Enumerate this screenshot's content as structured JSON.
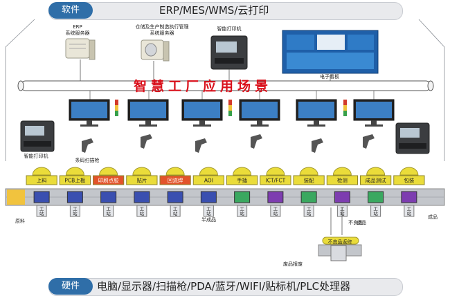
{
  "header": {
    "tag": "软件",
    "text": "ERP/MES/WMS/云打印"
  },
  "footer": {
    "tag": "硬件",
    "text": "电脑/显示器/扫描枪/PDA/蓝牙/WIFI/贴标机/PLC处理器"
  },
  "servers": [
    {
      "label1": "ERP",
      "label2": "系统服务器"
    },
    {
      "label1": "仓储及生产制造执行管理",
      "label2": "系统服务器"
    }
  ],
  "printer_top": "智能打印机",
  "kanban": "电子看板",
  "banner": "智慧工厂应用场景",
  "printer_left": "智能打印机",
  "scanner_label": "条码扫描枪",
  "stations": [
    {
      "name": "上料",
      "color": "#eadc3a"
    },
    {
      "name": "PCB上板",
      "color": "#eadc3a"
    },
    {
      "name": "印刷点胶",
      "color": "#e2532a"
    },
    {
      "name": "贴片",
      "color": "#eadc3a"
    },
    {
      "name": "回流焊",
      "color": "#e2532a"
    },
    {
      "name": "AOI",
      "color": "#eadc3a"
    },
    {
      "name": "手插",
      "color": "#eadc3a"
    },
    {
      "name": "ICT/FCT",
      "color": "#eadc3a"
    },
    {
      "name": "装配",
      "color": "#eadc3a"
    },
    {
      "name": "检测",
      "color": "#eadc3a"
    },
    {
      "name": "成品测试",
      "color": "#eadc3a"
    },
    {
      "name": "包装",
      "color": "#eadc3a"
    }
  ],
  "work_char1": "工",
  "work_char2": "站",
  "raw": "原料",
  "semi": "半成品",
  "finished": "成品",
  "defect": "不良品返修",
  "scrap": "废品报废",
  "good": "良品",
  "bad": "不良品",
  "colors": {
    "accent": "#2f6ea8",
    "banner": "#d9101b"
  }
}
